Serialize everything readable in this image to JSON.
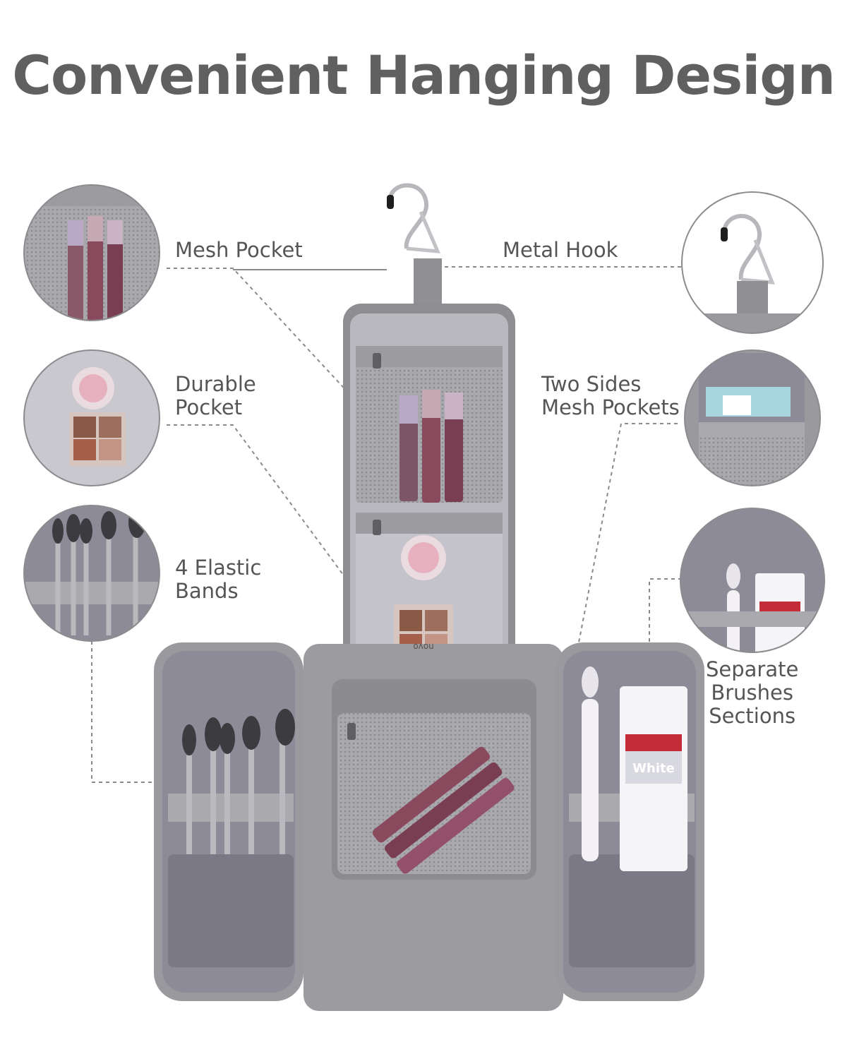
{
  "title": "Convenient Hanging Design",
  "labels": {
    "mesh_pocket": [
      "Mesh Pocket"
    ],
    "metal_hook": [
      "Metal Hook"
    ],
    "durable_pocket": [
      "Durable",
      "Pocket"
    ],
    "two_sides": [
      "Two Sides",
      "Mesh Pockets"
    ],
    "elastic_bands": [
      "4 Elastic",
      "Bands"
    ],
    "separate_brushes": [
      "Separate",
      "Brushes",
      "Sections"
    ]
  },
  "product_marks": {
    "brand_on_palette": "novo",
    "toothpaste_brand": "White"
  },
  "colors": {
    "title": "#606060",
    "label": "#555555",
    "fabric_outer": "#9a9a9c",
    "fabric_lining": "#8f8d98",
    "lining_dark": "#7b7986",
    "dotted_line": "#8a8a8a",
    "lipstick": "#8a4a5e"
  }
}
